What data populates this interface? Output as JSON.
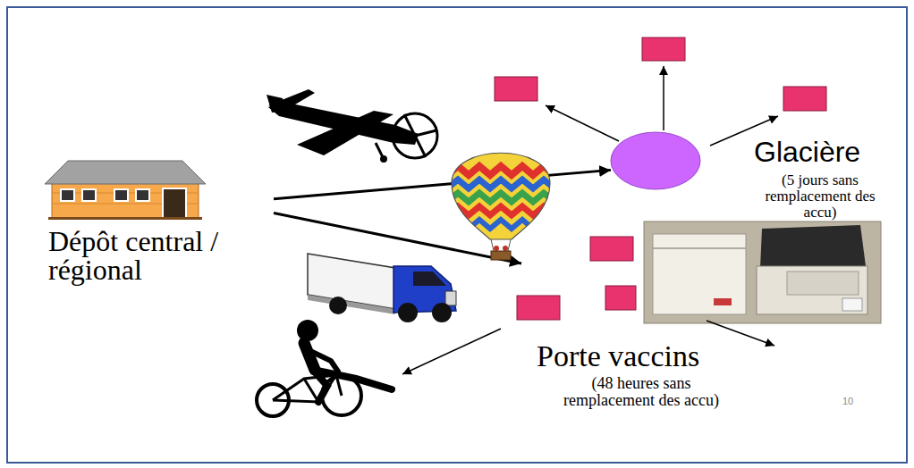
{
  "diagram": {
    "nodes": [
      {
        "text": [
          "Dépôt central / régional"
        ]
      },
      {
        "text": [
          "Glacière",
          "(5 jours sans remplacement des accu)"
        ]
      },
      {
        "text": [
          "Porte vaccins",
          "(48 heures sans remplacement des accu)"
        ]
      }
    ],
    "edges": [
      {
        "from": 0,
        "to": 1,
        "arrow": "to"
      },
      {
        "from": 0,
        "to": 2,
        "arrow": "to"
      }
    ],
    "labels": [
      "10"
    ]
  }
}
